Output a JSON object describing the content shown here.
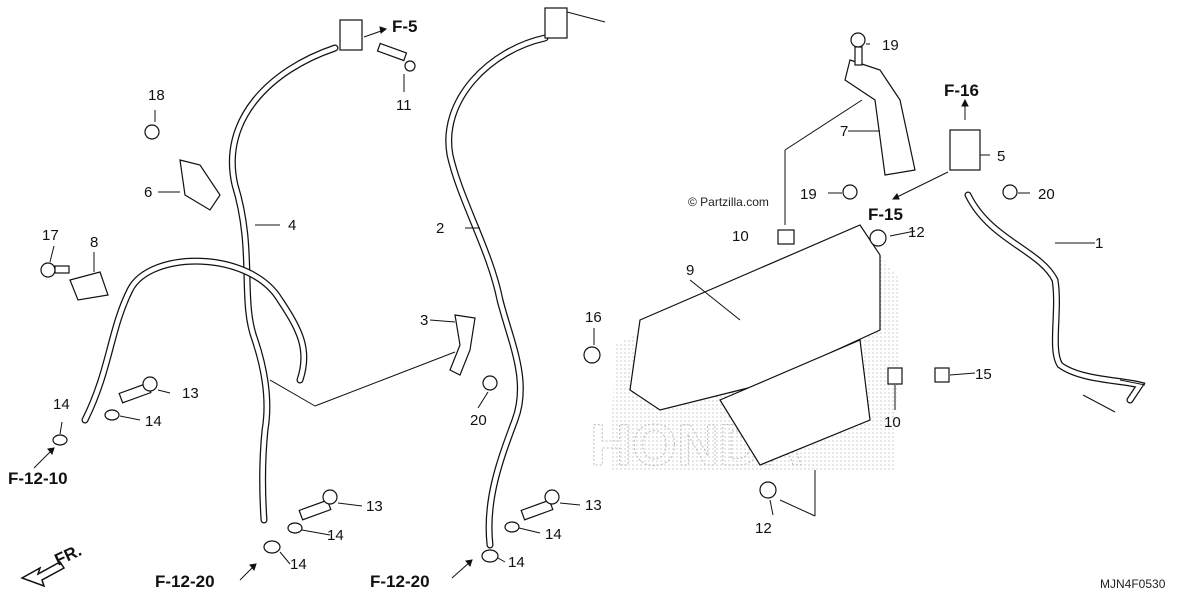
{
  "diagram": {
    "watermark": "© Partzilla.com",
    "drawing_code": "MJN4F0530",
    "front_marker": "FR.",
    "ghost_brand": "HONDA",
    "callouts": [
      {
        "id": "c1",
        "label": "1"
      },
      {
        "id": "c2",
        "label": "2"
      },
      {
        "id": "c3",
        "label": "3"
      },
      {
        "id": "c4",
        "label": "4"
      },
      {
        "id": "c5",
        "label": "5"
      },
      {
        "id": "c6",
        "label": "6"
      },
      {
        "id": "c7",
        "label": "7"
      },
      {
        "id": "c8",
        "label": "8"
      },
      {
        "id": "c9",
        "label": "9"
      },
      {
        "id": "c10a",
        "label": "10"
      },
      {
        "id": "c10b",
        "label": "10"
      },
      {
        "id": "c11",
        "label": "11"
      },
      {
        "id": "c12a",
        "label": "12"
      },
      {
        "id": "c12b",
        "label": "12"
      },
      {
        "id": "c13a",
        "label": "13"
      },
      {
        "id": "c13b",
        "label": "13"
      },
      {
        "id": "c13c",
        "label": "13"
      },
      {
        "id": "c14a",
        "label": "14"
      },
      {
        "id": "c14b",
        "label": "14"
      },
      {
        "id": "c14c",
        "label": "14"
      },
      {
        "id": "c14d",
        "label": "14"
      },
      {
        "id": "c14e",
        "label": "14"
      },
      {
        "id": "c14f",
        "label": "14"
      },
      {
        "id": "c15",
        "label": "15"
      },
      {
        "id": "c16",
        "label": "16"
      },
      {
        "id": "c17",
        "label": "17"
      },
      {
        "id": "c18",
        "label": "18"
      },
      {
        "id": "c19a",
        "label": "19"
      },
      {
        "id": "c19b",
        "label": "19"
      },
      {
        "id": "c20a",
        "label": "20"
      },
      {
        "id": "c20b",
        "label": "20"
      }
    ],
    "refs": [
      {
        "id": "r1",
        "label": "F-5"
      },
      {
        "id": "r2",
        "label": "F-16"
      },
      {
        "id": "r3",
        "label": "F-15"
      },
      {
        "id": "r4",
        "label": "F-12-10"
      },
      {
        "id": "r5",
        "label": "F-12-20"
      },
      {
        "id": "r6",
        "label": "F-12-20"
      }
    ]
  }
}
